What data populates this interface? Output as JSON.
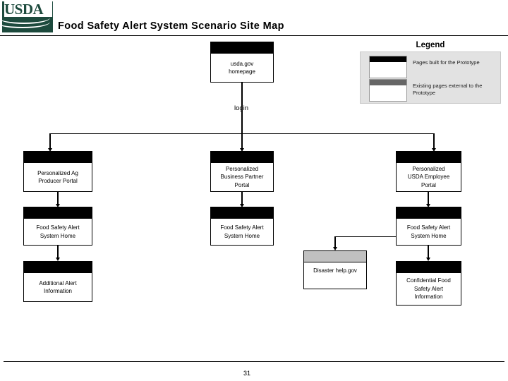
{
  "header": {
    "logo_text": "USDA",
    "title": "Food Safety Alert System Scenario Site Map"
  },
  "legend": {
    "title": "Legend",
    "items": [
      {
        "label": "Pages built for the Prototype",
        "bar_color": "#000000"
      },
      {
        "label": "Existing pages external to the Prototype",
        "bar_color": "#666666"
      }
    ]
  },
  "diagram": {
    "edge_labels": {
      "login": "login"
    },
    "nodes": [
      {
        "id": "usda-homepage",
        "label": "usda.gov\nhomepage",
        "type": "prototype"
      },
      {
        "id": "ag-producer-portal",
        "label": "Personalized Ag\nProducer Portal",
        "type": "prototype"
      },
      {
        "id": "business-partner-portal",
        "label": "Personalized\nBusiness Partner\nPortal",
        "type": "prototype"
      },
      {
        "id": "usda-employee-portal",
        "label": "Personalized\nUSDA Employee\nPortal",
        "type": "prototype"
      },
      {
        "id": "fsas-home-left",
        "label": "Food Safety Alert\nSystem Home",
        "type": "prototype"
      },
      {
        "id": "fsas-home-middle",
        "label": "Food Safety Alert\nSystem Home",
        "type": "prototype"
      },
      {
        "id": "fsas-home-right",
        "label": "Food Safety Alert\nSystem Home",
        "type": "prototype"
      },
      {
        "id": "additional-alert-information",
        "label": "Additional Alert\nInformation",
        "type": "prototype"
      },
      {
        "id": "disaster-helpgov",
        "label": "Disaster help.gov",
        "type": "external"
      },
      {
        "id": "confidential-food-safety-alert-information",
        "label": "Confidential Food\nSafety Alert\nInformation",
        "type": "prototype"
      }
    ]
  },
  "footer": {
    "page_number": "31"
  }
}
